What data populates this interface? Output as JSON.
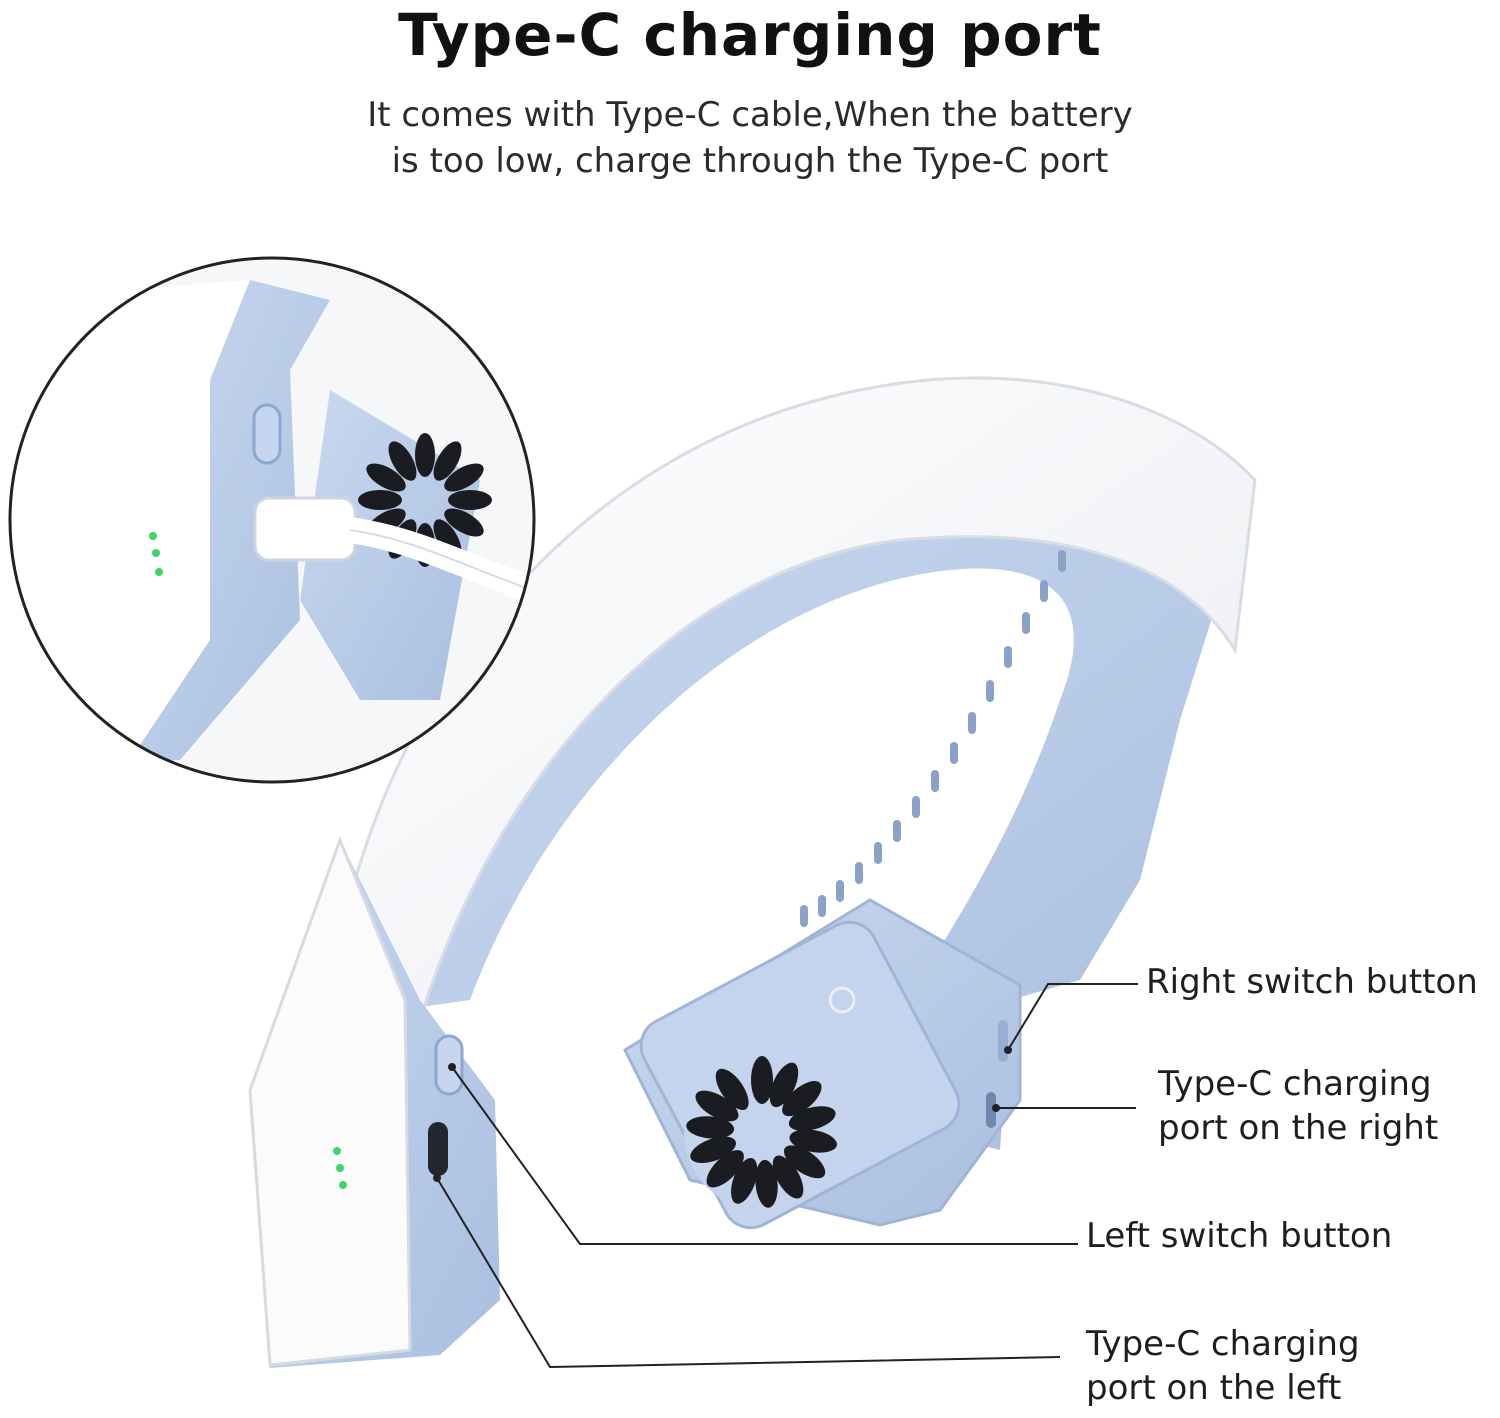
{
  "header": {
    "title": "Type-C charging port",
    "subtitle_line1": "It comes with Type-C cable,When the battery",
    "subtitle_line2": "is too low, charge through the Type-C port"
  },
  "callouts": {
    "right_switch": "Right switch button",
    "right_port_line1": "Type-C charging",
    "right_port_line2": "port on the right",
    "left_switch": "Left switch button",
    "left_port_line1": "Type-C charging",
    "left_port_line2": "port on the left"
  },
  "colors": {
    "body_white": "#f7f8fa",
    "accent_blue": "#b9cde8",
    "led_green": "#3fd46a",
    "vent_dark": "#1a1c22"
  },
  "icons": {
    "fan": "fan-grille-icon",
    "cable": "usb-c-cable-icon",
    "button": "switch-button-icon"
  }
}
